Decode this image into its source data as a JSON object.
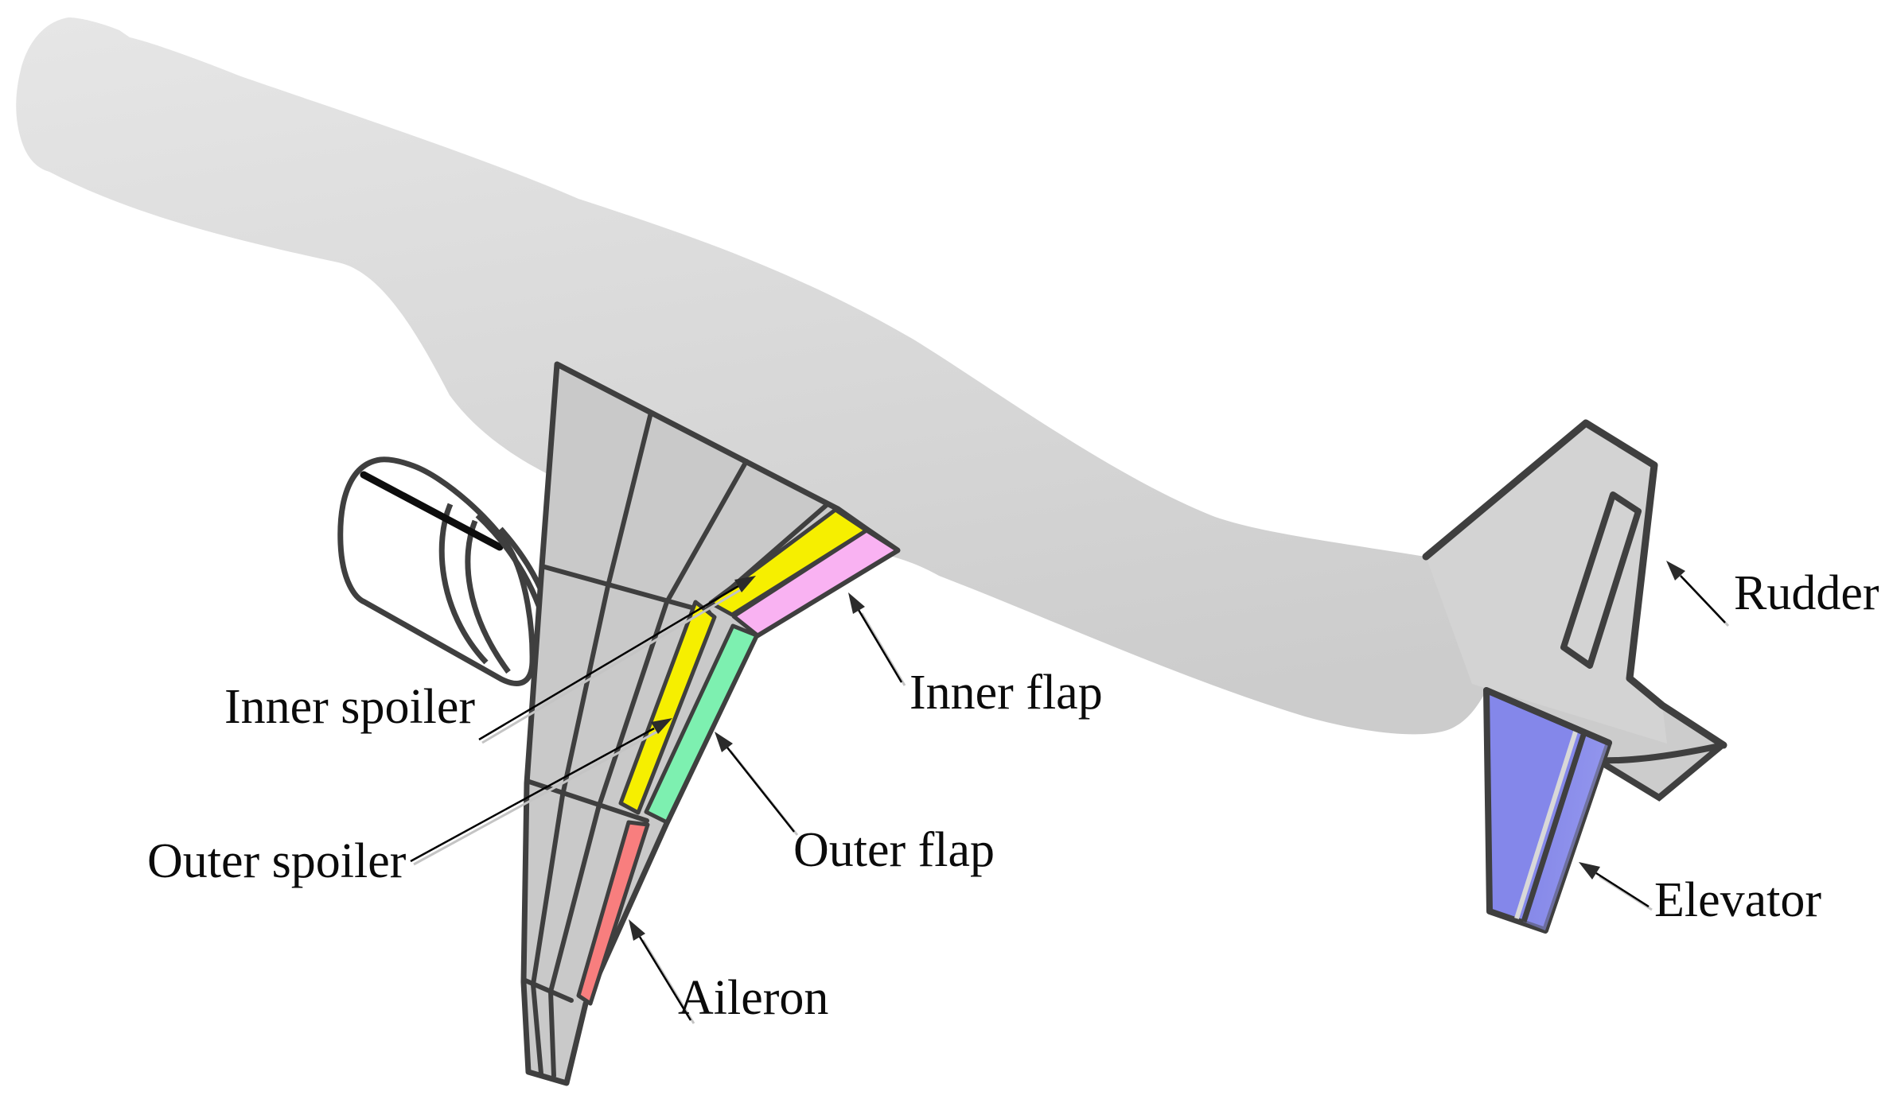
{
  "figure": {
    "type": "aircraft-control-surfaces-diagram",
    "background": "#ffffff",
    "labels": {
      "inner_spoiler": "Inner spoiler",
      "outer_spoiler": "Outer spoiler",
      "aileron": "Aileron",
      "inner_flap": "Inner flap",
      "outer_flap": "Outer flap",
      "rudder": "Rudder",
      "elevator": "Elevator"
    },
    "colors": {
      "fuselage": "#d8d8d8",
      "fuselage_light": "#e3e3e3",
      "wing": "#c9c9c9",
      "fin": "#d3d3d3",
      "nacelle": "#ffffff",
      "outline": "#3f3f3f",
      "inner_spoiler": "#f6ef00",
      "outer_spoiler": "#f6ef00",
      "inner_flap": "#f9b2f2",
      "outer_flap": "#7df0b0",
      "aileron": "#f87e7e",
      "elevator": "#8487ea",
      "leader_line": "#000000"
    }
  }
}
